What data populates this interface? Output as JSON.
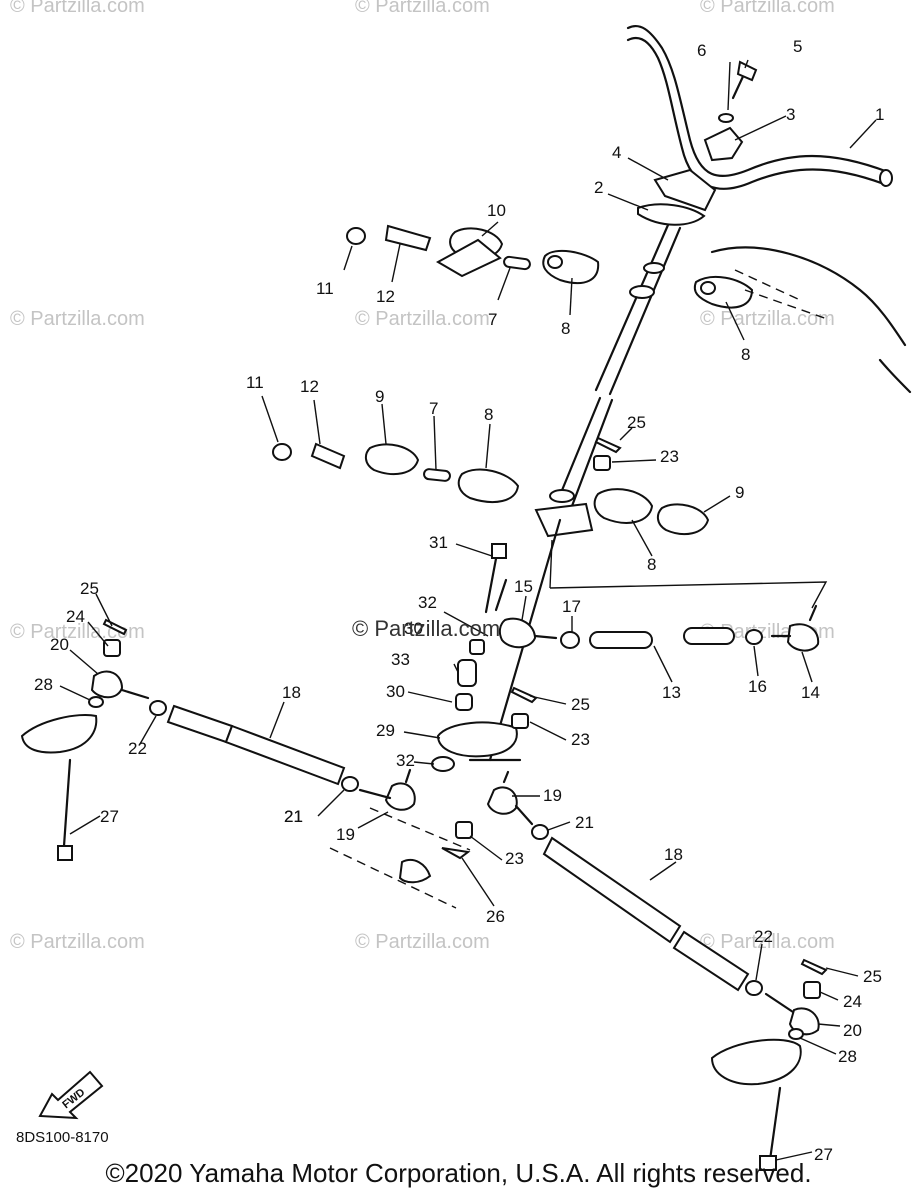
{
  "watermarks": [
    "© Partzilla.com",
    "© Partzilla.com",
    "© Partzilla.com",
    "© Partzilla.com",
    "© Partzilla.com",
    "© Partzilla.com",
    "© Partzilla.com",
    "© Partzilla.com",
    "© Partzilla.com",
    "© Partzilla.com",
    "© Partzilla.com"
  ],
  "center_watermark": "© Partzilla.com",
  "part_labels": [
    "1",
    "2",
    "3",
    "4",
    "5",
    "6",
    "7",
    "8",
    "8",
    "10",
    "11",
    "12",
    "11",
    "12",
    "9",
    "7",
    "8",
    "25",
    "23",
    "9",
    "8",
    "31",
    "15",
    "32",
    "17",
    "30",
    "33",
    "30",
    "29",
    "32",
    "13",
    "16",
    "14",
    "25",
    "23",
    "19",
    "21",
    "23",
    "26",
    "18",
    "19",
    "21",
    "18",
    "22",
    "25",
    "24",
    "20",
    "28",
    "27",
    "25",
    "24",
    "20",
    "28",
    "22",
    "21",
    "27"
  ],
  "fwd_label": "FWD",
  "diagram_code": "8DS100-8170",
  "copyright": "©2020 Yamaha Motor Corporation, U.S.A. All rights reserved."
}
